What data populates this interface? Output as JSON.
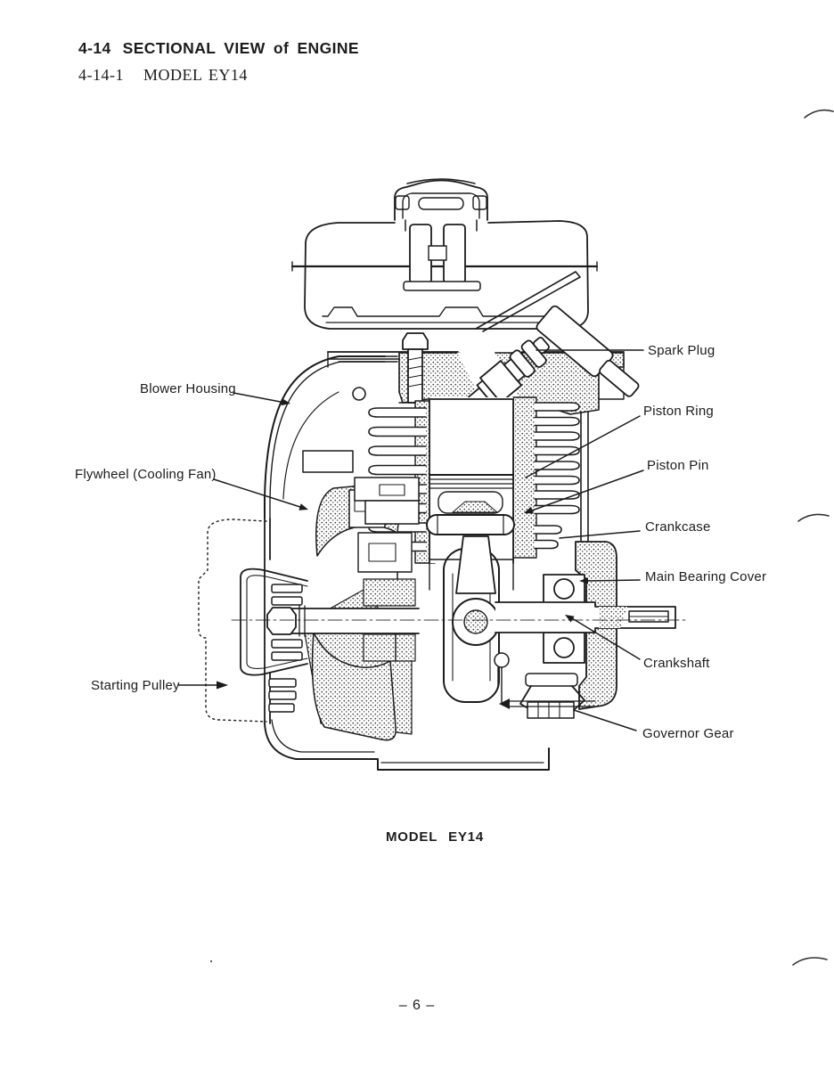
{
  "colors": {
    "ink": "#1c1c1c",
    "paper": "#ffffff"
  },
  "heading": {
    "section_number": "4-14",
    "section_title": "SECTIONAL VIEW of ENGINE",
    "subsection_number": "4-14-1",
    "subsection_title": "MODEL EY14"
  },
  "figure": {
    "caption_model_word": "MODEL",
    "caption_model_code": "EY14",
    "callouts": [
      {
        "id": "spark-plug",
        "label": "Spark Plug",
        "side": "right"
      },
      {
        "id": "blower-housing",
        "label": "Blower Housing",
        "side": "left"
      },
      {
        "id": "piston-ring",
        "label": "Piston Ring",
        "side": "right"
      },
      {
        "id": "piston-pin",
        "label": "Piston Pin",
        "side": "right"
      },
      {
        "id": "flywheel-cooling-fan",
        "label": "Flywheel (Cooling Fan)",
        "side": "left"
      },
      {
        "id": "crankcase",
        "label": "Crankcase",
        "side": "right"
      },
      {
        "id": "main-bearing-cover",
        "label": "Main Bearing Cover",
        "side": "right"
      },
      {
        "id": "crankshaft",
        "label": "Crankshaft",
        "side": "right"
      },
      {
        "id": "starting-pulley",
        "label": "Starting Pulley",
        "side": "left"
      },
      {
        "id": "governor-gear",
        "label": "Governor Gear",
        "side": "right"
      }
    ]
  },
  "footer": {
    "page_number": "– 6 –"
  }
}
